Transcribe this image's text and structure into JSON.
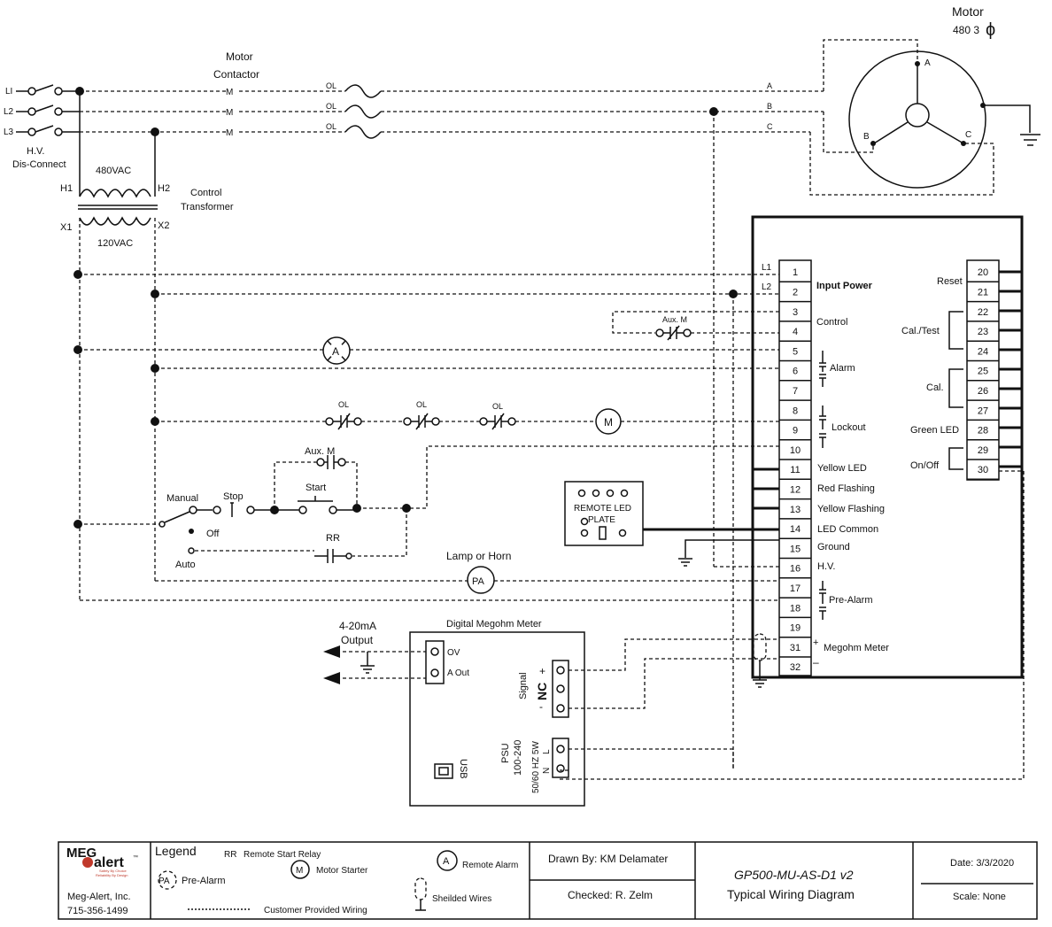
{
  "motor": {
    "title": "Motor",
    "rating": "480  3",
    "phase_symbol": "ϕ",
    "terminals": [
      "A",
      "B",
      "C"
    ]
  },
  "lines": {
    "l1": "LI",
    "l2": "L2",
    "l3": "L3",
    "disconnect1": "H.V.",
    "disconnect2": "Dis-Connect",
    "a": "A",
    "b": "B",
    "c": "C"
  },
  "contactor": {
    "label1": "Motor",
    "label2": "Contactor",
    "contact": "M",
    "overload": "OL"
  },
  "transformer": {
    "primary": "480VAC",
    "secondary": "120VAC",
    "h1": "H1",
    "h2": "H2",
    "x1": "X1",
    "x2": "X2",
    "label1": "Control",
    "label2": "Transformer"
  },
  "rungs": {
    "aux_m": "Aux. M",
    "alarm_symbol": "A",
    "ol": "OL",
    "motor_starter": "M",
    "aux_m2": "Aux. M",
    "start": "Start",
    "stop": "Stop",
    "manual": "Manual",
    "off": "Off",
    "auto": "Auto",
    "rr": "RR",
    "lamp": "Lamp or Horn",
    "pa": "PA"
  },
  "led_plate": {
    "label1": "REMOTE LED",
    "label2": "PLATE"
  },
  "terminal_block": {
    "l1": "L1",
    "l2": "L2",
    "left": [
      "1",
      "2",
      "3",
      "4",
      "5",
      "6",
      "7",
      "8",
      "9",
      "10",
      "11",
      "12",
      "13",
      "14",
      "15",
      "16",
      "17",
      "18",
      "19",
      "31",
      "32"
    ],
    "right": [
      "20",
      "21",
      "22",
      "23",
      "24",
      "25",
      "26",
      "27",
      "28",
      "29",
      "30"
    ],
    "labels": {
      "input_power": "Input Power",
      "control": "Control",
      "alarm": "Alarm",
      "lockout": "Lockout",
      "yellow_led": "Yellow LED",
      "red_flashing": "Red Flashing",
      "yellow_flashing": "Yellow Flashing",
      "led_common": "LED Common",
      "ground": "Ground",
      "hv": "H.V.",
      "pre_alarm": "Pre-Alarm",
      "megohm": "Megohm Meter",
      "plus": "+",
      "minus": "–",
      "reset": "Reset",
      "cal_test": "Cal./Test",
      "cal": "Cal.",
      "green_led": "Green LED",
      "onoff": "On/Off"
    }
  },
  "meter": {
    "title": "Digital Megohm Meter",
    "output1": "4-20mA",
    "output2": "Output",
    "ov": "OV",
    "aout": "A Out",
    "signal": "Signal",
    "nc": "NC",
    "plus": "+",
    "minus": "-",
    "psu": "PSU",
    "range": "100-240",
    "freq": "50/60 HZ 5W",
    "l": "L",
    "n": "N",
    "usb": "USB"
  },
  "title_block": {
    "logo1": "MEG",
    "logo2": "alert",
    "tm": "™",
    "tagline1": "Safety By Choice",
    "tagline2": "Reliability By Design",
    "company": "Meg-Alert, Inc.",
    "phone": "715-356-1499",
    "legend_title": "Legend",
    "legend_rr_sym": "RR",
    "legend_rr": "Remote Start Relay",
    "legend_pa_sym": "PA",
    "legend_pa": "Pre-Alarm",
    "legend_m_sym": "M",
    "legend_m": "Motor Starter",
    "legend_a_sym": "A",
    "legend_a": "Remote Alarm",
    "legend_dotted": "Customer Provided Wiring",
    "legend_shield": "Sheilded Wires",
    "drawn_by": "Drawn By:  KM Delamater",
    "checked": "Checked:  R. Zelm",
    "drawing_no": "GP500-MU-AS-D1 v2",
    "drawing_title": "Typical Wiring Diagram",
    "date": "Date: 3/3/2020",
    "scale": "Scale:  None"
  }
}
